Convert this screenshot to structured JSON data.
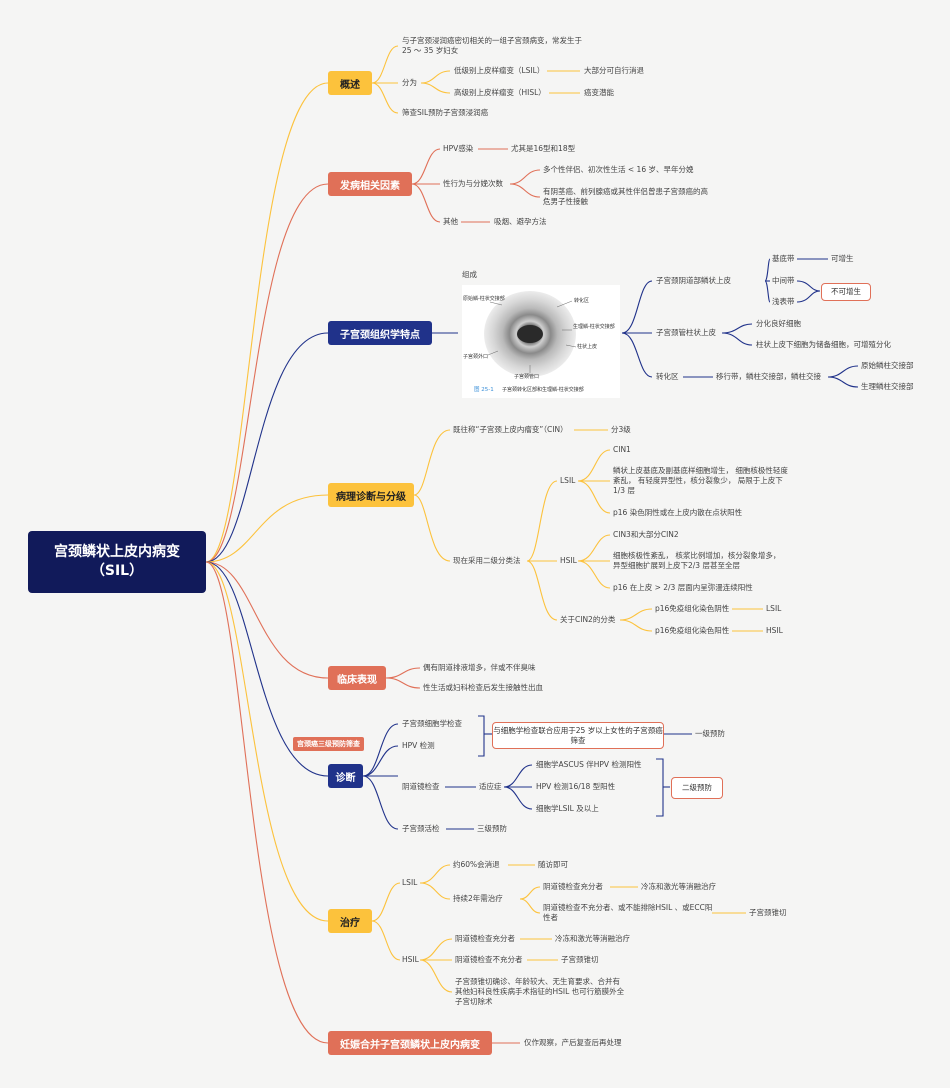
{
  "root": {
    "line1": "宫颈鳞状上皮内病变",
    "line2": "（SIL）"
  },
  "overview": {
    "title": "概述",
    "definition": "与子宫颈浸润癌密切相关的一组子宫颈病变，常发生于25 ～ 35 岁妇女",
    "classify": "分为",
    "lsil": "低级别上皮样瘤变（LSIL）",
    "lsil_note": "大部分可自行消退",
    "hsil": "高级别上皮样瘤变（HISL）",
    "hsil_note": "癌变潜能",
    "screen": "筛查SIL预防子宫颈浸润癌"
  },
  "risk": {
    "title": "发病相关因素",
    "hpv": "HPV感染",
    "hpv_note": "尤其是16型和18型",
    "sex": "性行为与分娩次数",
    "sex_a": "多个性伴侣、初次性生活 < 16 岁、早年分娩",
    "sex_b": "有阴茎癌、前列腺癌或其性伴侣曾患子宫颈癌的高危男子性接触",
    "other": "其他",
    "other_note": "吸烟、避孕方法"
  },
  "histology": {
    "title": "子宫颈组织学特点",
    "compose": "组成",
    "fig_labels": {
      "l1": "原始鳞-柱状交接部",
      "l2": "子宫颈外口",
      "l3": "转化区",
      "l4": "生理鳞-柱状交接部",
      "l5": "柱状上皮",
      "l6": "子宫颈管口",
      "fig_num": "图 25-1",
      "caption": "子宫颈转化区部和生理鳞-柱状交接部"
    },
    "squamous": "子宫颈阴道部鳞状上皮",
    "basal": "基底带",
    "basal_note": "可增生",
    "middle": "中间带",
    "surface": "浅表带",
    "no_prolif": "不可增生",
    "columnar": "子宫颈管柱状上皮",
    "col_a": "分化良好细胞",
    "col_b": "柱状上皮下细胞为储备细胞，可增殖分化",
    "transform": "转化区",
    "transform_note": "移行带，鳞柱交接部，鳞柱交接",
    "orig_junction": "原始鳞柱交接部",
    "phys_junction": "生理鳞柱交接部"
  },
  "pathology": {
    "title": "病理诊断与分级",
    "former": "既往称“子宫颈上皮内瘤变”（CIN）",
    "former_note": "分3级",
    "current": "现在采用二级分类法",
    "lsil": "LSIL",
    "lsil_a": "CIN1",
    "lsil_b": "鳞状上皮基底及副基底样细胞增生， 细胞核极性轻度紊乱， 有轻度异型性，核分裂象少， 局限于上皮下1/3 层",
    "lsil_c": "p16 染色阴性或在上皮内散在点状阳性",
    "hsil": "HSIL",
    "hsil_a": "CIN3和大部分CIN2",
    "hsil_b": "细胞核极性紊乱， 核浆比例增加，核分裂象增多， 异型细胞扩展到上皮下2/3 层甚至全层",
    "hsil_c": "p16 在上皮 > 2/3 层面内呈弥漫连续阳性",
    "cin2": "关于CIN2的分类",
    "cin2_neg": "p16免疫组化染色阴性",
    "cin2_neg_r": "LSIL",
    "cin2_pos": "p16免疫组化染色阳性",
    "cin2_pos_r": "HSIL"
  },
  "clinical": {
    "title": "临床表现",
    "a": "偶有阴道排液增多，伴或不伴臭味",
    "b": "性生活或妇科检查后发生接触性出血"
  },
  "diagnosis": {
    "title": "诊断",
    "tag": "宫颈癌三级预防筛查",
    "cyto": "子宫颈细胞学检查",
    "hpv": "HPV 检测",
    "joint": "与细胞学检查联合应用于25 岁以上女性的子宫颈癌筛查",
    "level1": "一级预防",
    "colpo": "阴道镜检查",
    "indication": "适应症",
    "ind_a": "细胞学ASCUS 伴HPV 检测阳性",
    "ind_b": "HPV 检测16/18 型阳性",
    "ind_c": "细胞学LSIL 及以上",
    "level2": "二级预防",
    "biopsy": "子宫颈活检",
    "level3": "三级预防"
  },
  "treatment": {
    "title": "治疗",
    "lsil": "LSIL",
    "lsil_a": "约60%会消退",
    "lsil_a_note": "随访即可",
    "lsil_b": "持续2年需治疗",
    "lsil_b1": "阴道镜检查充分者",
    "lsil_b1_note": "冷冻和激光等消融治疗",
    "lsil_b2": "阴道镜检查不充分者、或不能排除HSIL 、或ECC阳性者",
    "lsil_b2_note": "子宫颈锥切",
    "hsil": "HSIL",
    "hsil_a": "阴道镜检查充分者",
    "hsil_a_note": "冷冻和激光等消融治疗",
    "hsil_b": "阴道镜检查不充分者",
    "hsil_b_note": "子宫颈锥切",
    "hsil_c": "子宫颈锥切确诊、年龄较大、无生育要求、合并有其他妇科良性疾病手术指征的HSIL 也可行筋膜外全子宫切除术"
  },
  "pregnancy": {
    "title": "妊娠合并子宫颈鳞状上皮内病变",
    "note": "仅作观察，产后复查后再处理"
  },
  "colors": {
    "yellow": "#fcc23c",
    "orange": "#e07058",
    "blue": "#20328a",
    "navy": "#111a5a"
  }
}
